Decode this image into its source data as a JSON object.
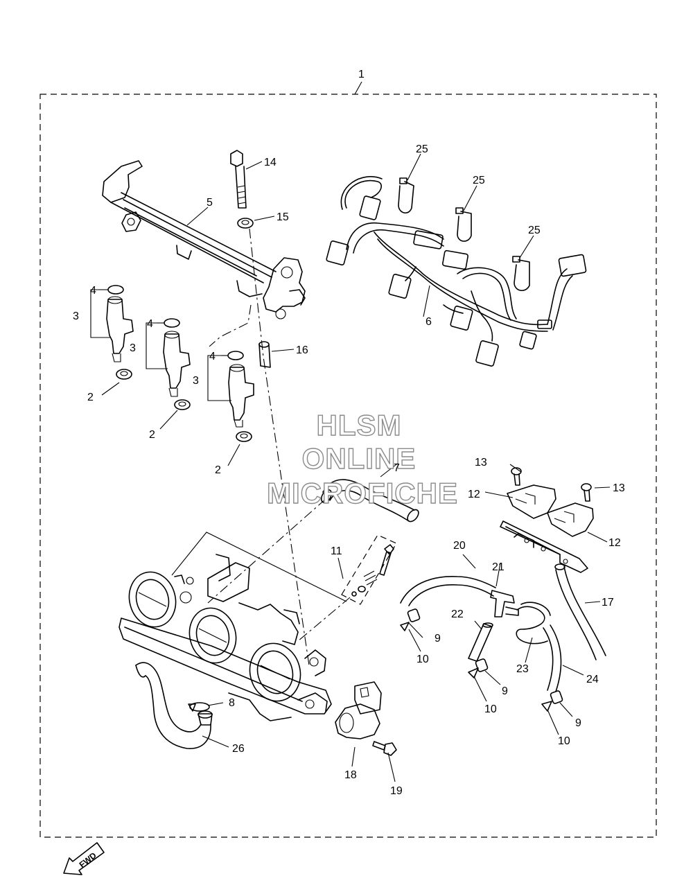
{
  "watermark": {
    "line1": "HLSM",
    "line2": "ONLINE",
    "line3": "MICROFICHE"
  },
  "fwd_label": "FWD",
  "callouts": {
    "c1": "1",
    "c2a": "2",
    "c2b": "2",
    "c2c": "2",
    "c3a": "3",
    "c3b": "3",
    "c3c": "3",
    "c4a": "4",
    "c4b": "4",
    "c4c": "4",
    "c5": "5",
    "c6": "6",
    "c7": "7",
    "c8": "8",
    "c9a": "9",
    "c9b": "9",
    "c9c": "9",
    "c10a": "10",
    "c10b": "10",
    "c10c": "10",
    "c11": "11",
    "c12a": "12",
    "c12b": "12",
    "c13a": "13",
    "c13b": "13",
    "c14": "14",
    "c15": "15",
    "c16": "16",
    "c17": "17",
    "c18": "18",
    "c19": "19",
    "c20": "20",
    "c21": "21",
    "c22": "22",
    "c23": "23",
    "c24": "24",
    "c25a": "25",
    "c25b": "25",
    "c25c": "25",
    "c26": "26"
  }
}
